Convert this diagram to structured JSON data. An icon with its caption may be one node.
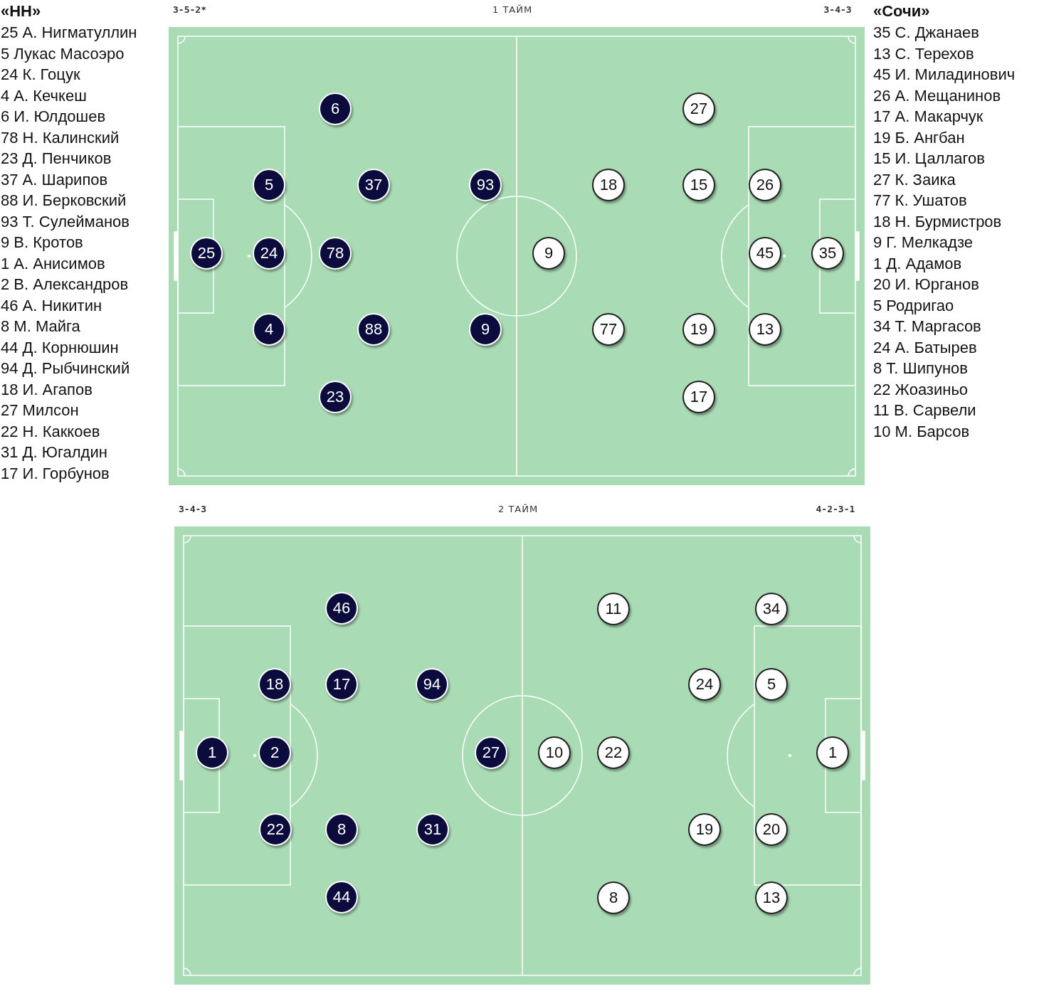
{
  "diagram": {
    "nodes": [
      {
        "text": [
          "1 ТАЙМ"
        ],
        "beside": [
          "3-5-2*",
          "3-4-3"
        ]
      },
      {
        "text": [
          "6"
        ],
        "in": 0
      },
      {
        "text": [
          "27"
        ],
        "in": 0
      },
      {
        "text": [
          "5"
        ],
        "in": 0
      },
      {
        "text": [
          "37"
        ],
        "in": 0
      },
      {
        "text": [
          "93"
        ],
        "in": 0
      },
      {
        "text": [
          "18"
        ],
        "in": 0
      },
      {
        "text": [
          "15"
        ],
        "in": 0
      },
      {
        "text": [
          "26"
        ],
        "in": 0
      },
      {
        "text": [
          "25"
        ],
        "in": 0
      },
      {
        "text": [
          "24"
        ],
        "in": 0
      },
      {
        "text": [
          "78"
        ],
        "in": 0
      },
      {
        "text": [
          "9"
        ],
        "in": 0
      },
      {
        "text": [
          "45"
        ],
        "in": 0
      },
      {
        "text": [
          "35"
        ],
        "in": 0
      },
      {
        "text": [
          "4"
        ],
        "in": 0
      },
      {
        "text": [
          "88"
        ],
        "in": 0
      },
      {
        "text": [
          "9"
        ],
        "in": 0
      },
      {
        "text": [
          "77"
        ],
        "in": 0
      },
      {
        "text": [
          "19"
        ],
        "in": 0
      },
      {
        "text": [
          "13"
        ],
        "in": 0
      },
      {
        "text": [
          "23"
        ],
        "in": 0
      },
      {
        "text": [
          "17"
        ],
        "in": 0
      },
      {
        "text": [
          "2 ТАЙМ"
        ],
        "beside": [
          "3-4-3",
          "4-2-3-1"
        ]
      },
      {
        "text": [
          "46"
        ],
        "in": 23
      },
      {
        "text": [
          "11"
        ],
        "in": 23
      },
      {
        "text": [
          "34"
        ],
        "in": 23
      },
      {
        "text": [
          "18"
        ],
        "in": 23
      },
      {
        "text": [
          "17"
        ],
        "in": 23
      },
      {
        "text": [
          "94"
        ],
        "in": 23
      },
      {
        "text": [
          "24"
        ],
        "in": 23
      },
      {
        "text": [
          "5"
        ],
        "in": 23
      },
      {
        "text": [
          "1"
        ],
        "in": 23
      },
      {
        "text": [
          "2"
        ],
        "in": 23
      },
      {
        "text": [
          "27"
        ],
        "in": 23
      },
      {
        "text": [
          "10"
        ],
        "in": 23
      },
      {
        "text": [
          "22"
        ],
        "in": 23
      },
      {
        "text": [
          "1"
        ],
        "in": 23
      },
      {
        "text": [
          "22"
        ],
        "in": 23
      },
      {
        "text": [
          "8"
        ],
        "in": 23
      },
      {
        "text": [
          "31"
        ],
        "in": 23
      },
      {
        "text": [
          "19"
        ],
        "in": 23
      },
      {
        "text": [
          "20"
        ],
        "in": 23
      },
      {
        "text": [
          "44"
        ],
        "in": 23
      },
      {
        "text": [
          "8"
        ],
        "in": 23
      },
      {
        "text": [
          "13"
        ],
        "in": 23
      }
    ],
    "labels": [
      "«НН»",
      "25 А. Нигматуллин",
      "5 Лукас Масоэро",
      "24 К. Гоцук",
      "4 А. Кечкеш",
      "6 И. Юлдошев",
      "78 Н. Калинский",
      "23 Д. Пенчиков",
      "37 А. Шарипов",
      "88 И. Берковский",
      "93 Т. Сулейманов",
      "9 В. Кротов",
      "1 А. Анисимов",
      "2 В. Александров",
      "46 А. Никитин",
      "8 М. Майга",
      "44 Д. Корнюшин",
      "94 Д. Рыбчинский",
      "18 И. Агапов",
      "27 Милсон",
      "22 Н. Каккоев",
      "31 Д. Югалдин",
      "17 И. Горбунов",
      "«Сочи»",
      "35 С. Джанаев",
      "13 С. Терехов",
      "45 И. Миладинович",
      "26 А. Мещанинов",
      "17 А. Макарчук",
      "19 Б. Ангбан",
      "15 И. Цаллагов",
      "27 К. Заика",
      "77 К. Ушатов",
      "18 Н. Бурмистров",
      "9 Г. Мелкадзе",
      "1 Д. Адамов",
      "20 И. Юрганов",
      "5 Родригао",
      "34 Т. Маргасов",
      "24 А. Батырев",
      "8 Т. Шипунов",
      "22 Жоазиньо",
      "11 В. Сарвели",
      "10 М. Барсов"
    ]
  }
}
